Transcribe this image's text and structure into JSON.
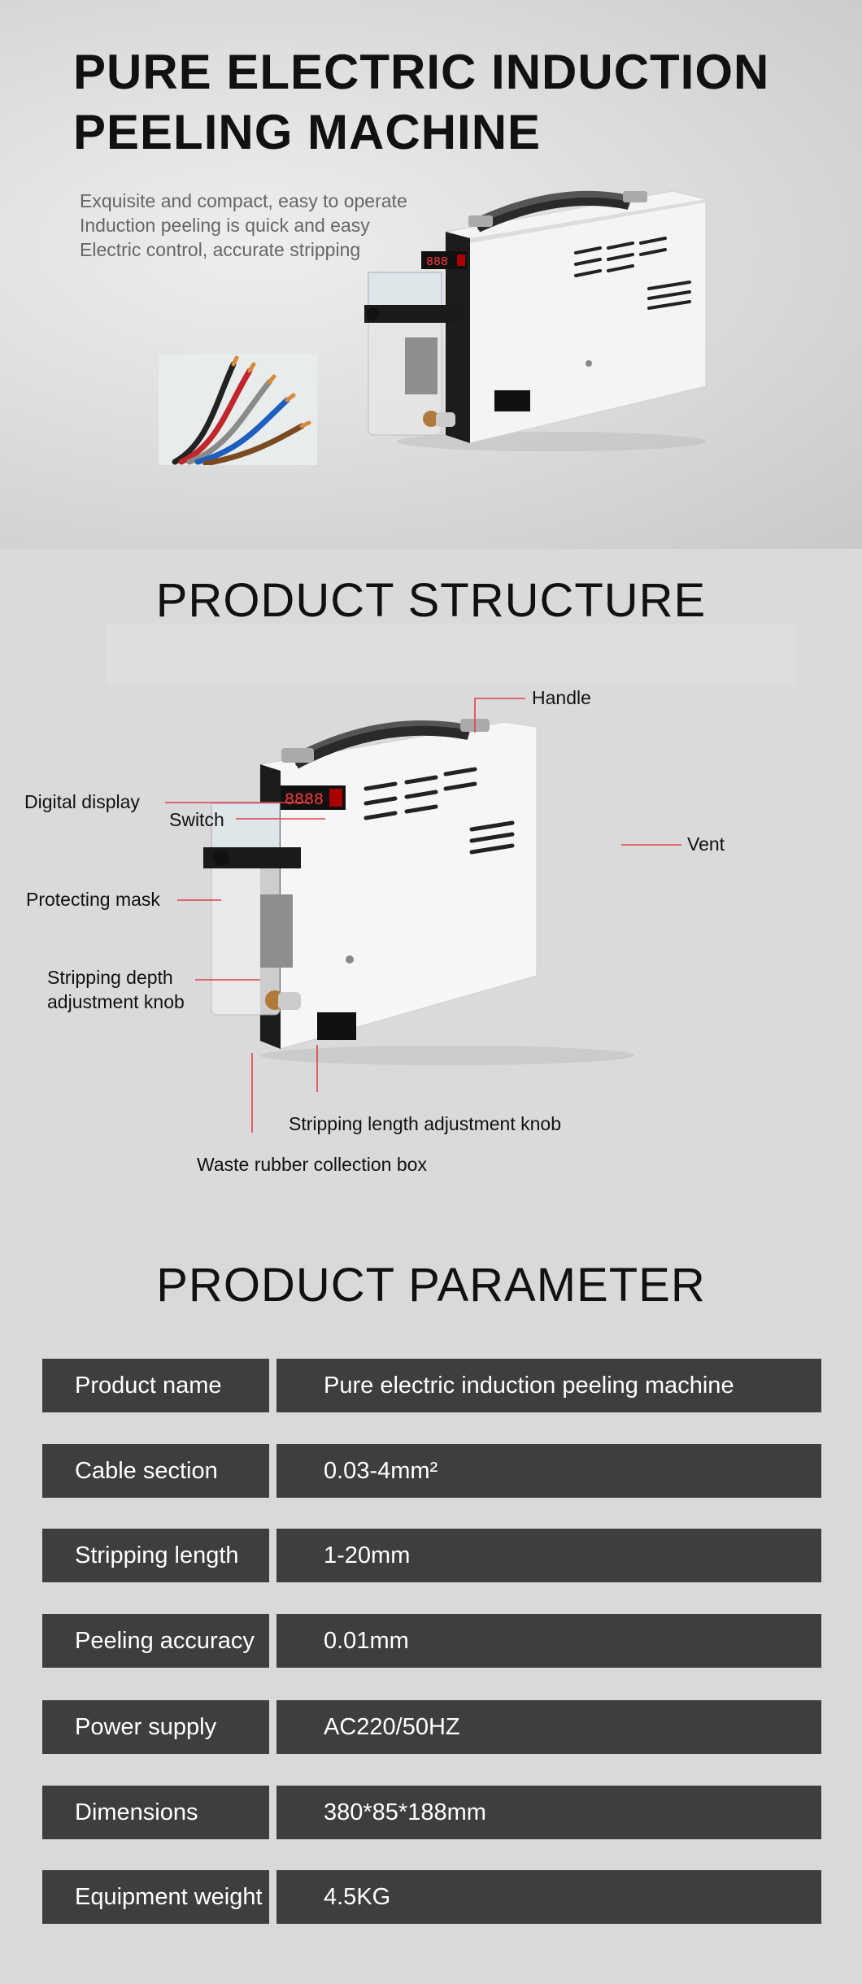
{
  "hero": {
    "title_line1": "PURE ELECTRIC INDUCTION",
    "title_line2": "PEELING MACHINE",
    "features": [
      "Exquisite and compact, easy to operate",
      "Induction peeling is quick and easy",
      "Electric control, accurate stripping"
    ]
  },
  "structure": {
    "title": "PRODUCT STRUCTURE",
    "labels": {
      "handle": "Handle",
      "digital_display": "Digital display",
      "switch": "Switch",
      "vent": "Vent",
      "protecting_mask": "Protecting mask",
      "stripping_depth_line1": "Stripping depth",
      "stripping_depth_line2": "adjustment knob",
      "stripping_length": "Stripping length adjustment knob",
      "waste_box": "Waste rubber collection box"
    },
    "callout_color": "#e0404a"
  },
  "parameters": {
    "title": "PRODUCT PARAMETER",
    "rows": [
      {
        "key": "Product name",
        "value": "Pure electric induction peeling machine"
      },
      {
        "key": "Cable section",
        "value": "0.03-4mm²"
      },
      {
        "key": "Stripping length",
        "value": "1-20mm"
      },
      {
        "key": "Peeling accuracy",
        "value": "0.01mm"
      },
      {
        "key": "Power supply",
        "value": "AC220/50HZ"
      },
      {
        "key": "Dimensions",
        "value": "380*85*188mm"
      },
      {
        "key": "Equipment weight",
        "value": "4.5KG"
      }
    ]
  }
}
